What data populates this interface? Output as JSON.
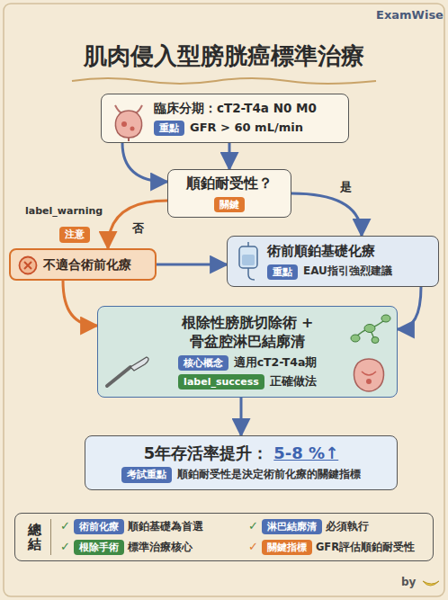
{
  "diagram": {
    "title": "肌肉侵入型膀胱癌標準治療",
    "nodes": [
      {
        "text": [
          "臨床分期：cT2-T4a N0 M0",
          "GFR > 60 mL/min"
        ]
      },
      {
        "text": [
          "重點"
        ],
        "in": 0
      },
      {
        "text": [
          "順鉑耐受性？"
        ]
      },
      {
        "text": [
          "關鍵"
        ],
        "in": 2
      },
      {
        "text": [
          "不適合術前化療"
        ]
      },
      {
        "text": [
          "術前順鉑基礎化療",
          "EAU指引強烈建議"
        ]
      },
      {
        "text": [
          "重點"
        ],
        "in": 5
      },
      {
        "text": [
          "根除性膀胱切除術 + 骨盆腔淋巴結廓清",
          "適用cT2-T4a期",
          "正確做法"
        ]
      },
      {
        "text": [
          "核心概念"
        ],
        "in": 7
      },
      {
        "text": [
          "label_success"
        ],
        "in": 7
      },
      {
        "text": [
          "5年存活率提升：",
          "5-8 %↑",
          "順鉑耐受性是決定術前化療的關鍵指標"
        ]
      },
      {
        "text": [
          "考試重點"
        ],
        "in": 10
      },
      {
        "text": [
          "總結"
        ]
      },
      {
        "text": [
          "術前化療"
        ],
        "in": 12
      },
      {
        "text": [
          "淋巴結廓清"
        ],
        "in": 12
      },
      {
        "text": [
          "根除手術"
        ],
        "in": 12
      },
      {
        "text": [
          "關鍵指標"
        ],
        "in": 12
      }
    ],
    "edges": [
      {
        "from": 0,
        "to": 2,
        "arrow": "to"
      },
      {
        "from": 0,
        "to": 2,
        "arrow": "to"
      },
      {
        "from": 2,
        "to": 5,
        "arrow": "to",
        "label": "是"
      },
      {
        "from": 2,
        "to": 4,
        "arrow": "to",
        "label": "否"
      },
      {
        "from": 4,
        "to": 5,
        "arrow": "to"
      },
      {
        "from": 4,
        "to": 7,
        "arrow": "to"
      },
      {
        "from": 5,
        "to": 7,
        "arrow": "to"
      },
      {
        "from": 7,
        "to": 10,
        "arrow": "to"
      }
    ],
    "labels": [
      "ExamWise",
      "label_warning",
      "注意",
      "✓",
      "順鉑基礎為首選",
      "✓",
      "必須執行",
      "✓",
      "標準治療核心",
      "✓",
      "GFR評估順鉑耐受性",
      "by"
    ]
  }
}
